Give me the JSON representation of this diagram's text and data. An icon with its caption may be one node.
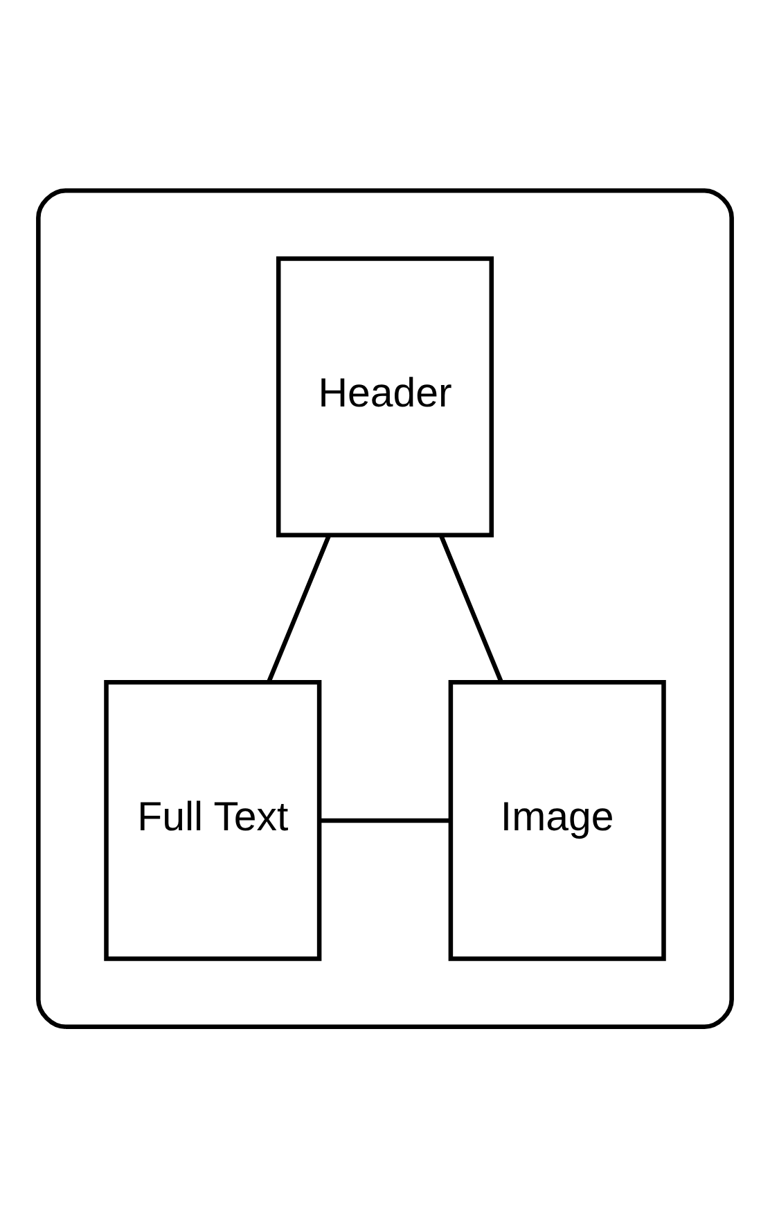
{
  "diagram": {
    "nodes": [
      {
        "text": [],
        "shape": "cylinder"
      },
      {
        "text": [
          "Header"
        ],
        "in": 0
      },
      {
        "text": [
          "Full Text"
        ],
        "in": 0
      },
      {
        "text": [
          "Image"
        ],
        "in": 0
      }
    ],
    "edges": [
      {
        "from": 1,
        "to": 2,
        "arrow": "none"
      },
      {
        "from": 1,
        "to": 3,
        "arrow": "none"
      },
      {
        "from": 2,
        "to": 3,
        "arrow": "none"
      }
    ]
  }
}
